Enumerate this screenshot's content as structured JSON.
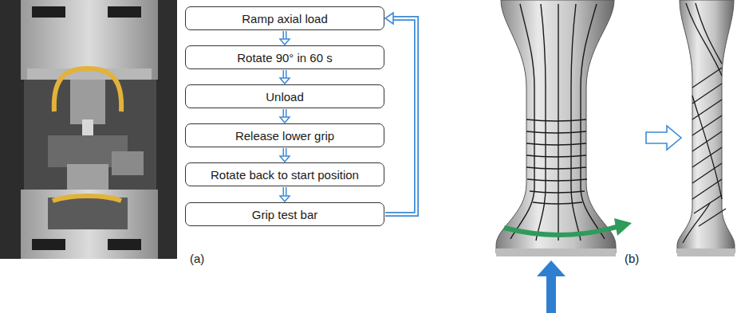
{
  "diagram": {
    "nodes": [
      {
        "text": [
          "Ramp axial load"
        ]
      },
      {
        "text": [
          "Rotate 90° in 60 s"
        ]
      },
      {
        "text": [
          "Unload"
        ]
      },
      {
        "text": [
          "Release lower grip"
        ]
      },
      {
        "text": [
          "Rotate back to start position"
        ]
      },
      {
        "text": [
          "Grip test bar"
        ]
      }
    ],
    "edges": [
      {
        "from": 0,
        "to": 1,
        "arrow": "to"
      },
      {
        "from": 1,
        "to": 2,
        "arrow": "to"
      },
      {
        "from": 2,
        "to": 3,
        "arrow": "to"
      },
      {
        "from": 3,
        "to": 4,
        "arrow": "to"
      },
      {
        "from": 4,
        "to": 5,
        "arrow": "to"
      },
      {
        "from": 5,
        "to": 0,
        "arrow": "to"
      }
    ],
    "labels": [
      "(a)",
      "(b)"
    ]
  }
}
